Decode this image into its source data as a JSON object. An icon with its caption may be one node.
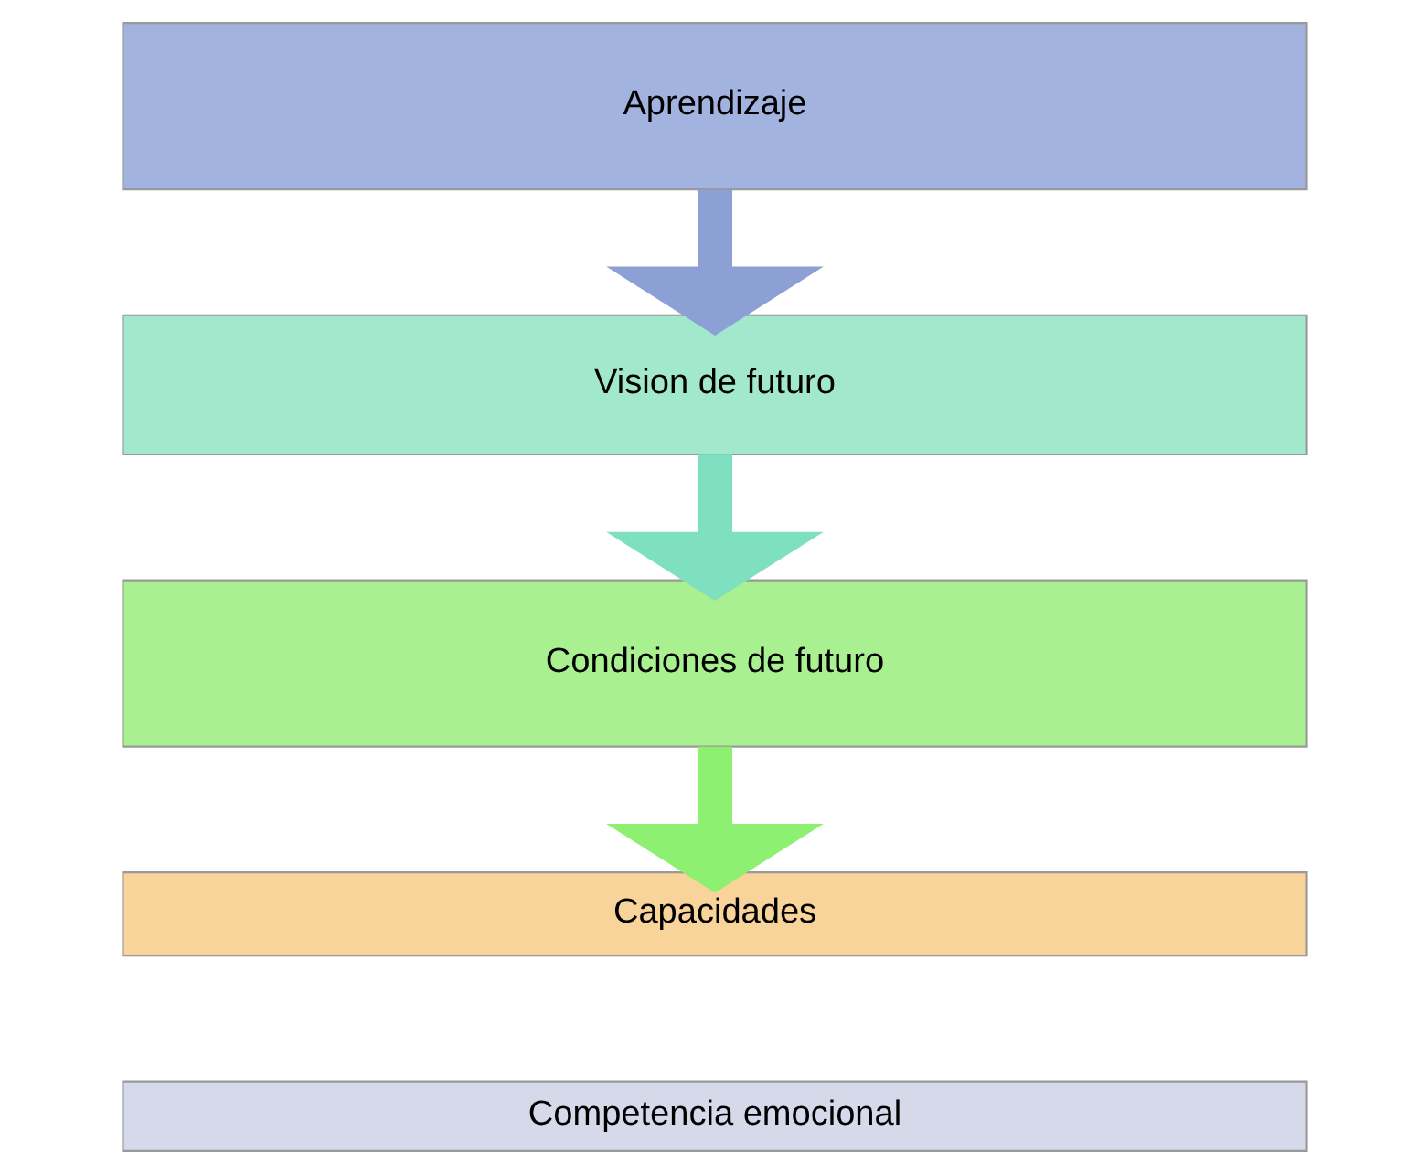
{
  "diagram": {
    "nodes": [
      {
        "text": [
          "Aprendizaje"
        ]
      },
      {
        "text": [
          "Vision de futuro"
        ]
      },
      {
        "text": [
          "Condiciones de futuro"
        ]
      },
      {
        "text": [
          "Capacidades"
        ]
      },
      {
        "text": [
          "Competencia emocional"
        ]
      }
    ],
    "edges": [
      {
        "from": 0,
        "to": 1,
        "arrow": "to",
        "color": "#8da0d6"
      },
      {
        "from": 1,
        "to": 2,
        "arrow": "to",
        "color": "#7fe0c0"
      },
      {
        "from": 2,
        "to": 3,
        "arrow": "to",
        "color": "#8ef070"
      }
    ]
  }
}
